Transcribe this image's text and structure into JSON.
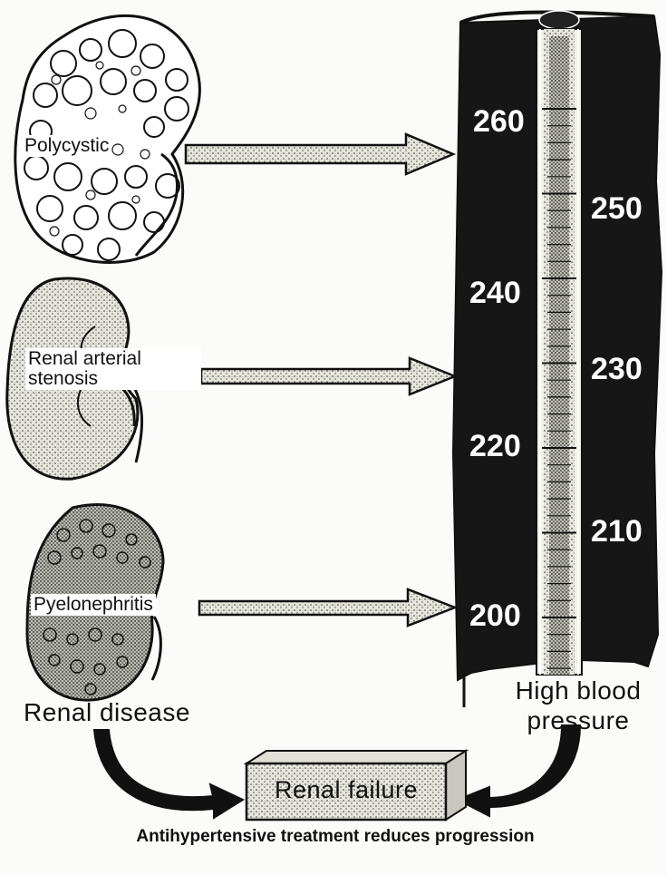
{
  "kidneys": [
    {
      "label": "Polycystic"
    },
    {
      "label": "Renal arterial stenosis"
    },
    {
      "label": "Pyelonephritis"
    }
  ],
  "left_heading": "Renal disease",
  "right_heading": "High blood pressure",
  "outcome_box": "Renal failure",
  "caption": "Antihypertensive treatment reduces progression",
  "gauge": {
    "left_scale": [
      "260",
      "240",
      "220",
      "200"
    ],
    "right_scale": [
      "250",
      "230",
      "210"
    ]
  },
  "colors": {
    "ink": "#111111",
    "paper": "#fbfbf9",
    "gauge_body": "#161616",
    "arrow_fill": "#d8d8d0"
  }
}
